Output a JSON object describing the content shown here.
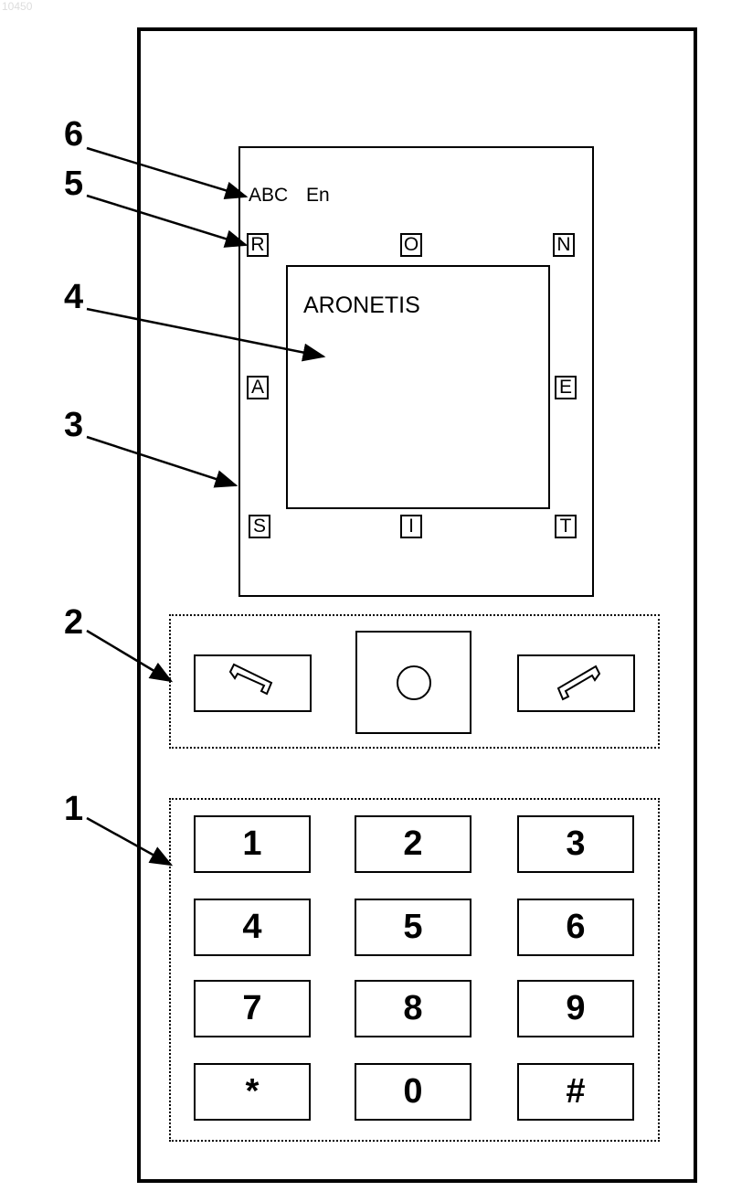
{
  "watermark": "10450",
  "labels": {
    "l1": "1",
    "l2": "2",
    "l3": "3",
    "l4": "4",
    "l5": "5",
    "l6": "6"
  },
  "screen": {
    "status_mode": "ABC",
    "status_lang": "En",
    "display_text": "ARONETIS",
    "letters": {
      "top_left": "R",
      "top_center": "O",
      "top_right": "N",
      "mid_left": "A",
      "mid_right": "E",
      "bottom_left": "S",
      "bottom_center": "I",
      "bottom_right": "T"
    }
  },
  "nav": {
    "left_icon": "call-handset-icon",
    "center_icon": "circle-select-icon",
    "right_icon": "end-call-handset-icon"
  },
  "keypad": {
    "keys": [
      "1",
      "2",
      "3",
      "4",
      "5",
      "6",
      "7",
      "8",
      "9",
      "*",
      "0",
      "#"
    ]
  }
}
